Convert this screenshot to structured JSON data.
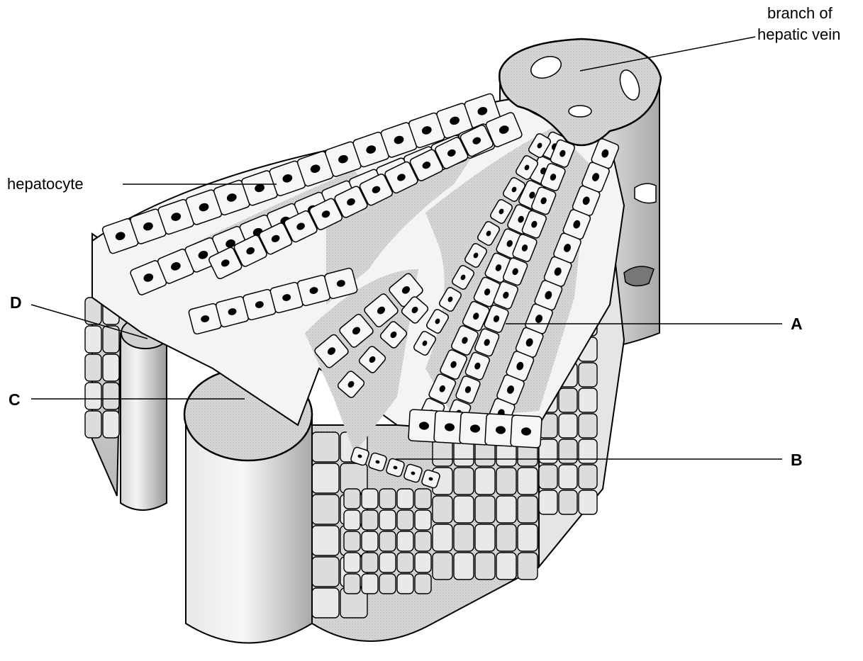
{
  "labels": {
    "branch_of": "branch of",
    "hepatic_vein": "hepatic vein",
    "hepatocyte": "hepatocyte",
    "A": "A",
    "B": "B",
    "C": "C",
    "D": "D"
  },
  "colors": {
    "outline": "#000000",
    "cell_fill": "#f2f2f2",
    "shade_light": "#d9d9d9",
    "shade_mid": "#bdbdbd",
    "shade_dark": "#8f8f8f",
    "nucleus": "#000000"
  }
}
